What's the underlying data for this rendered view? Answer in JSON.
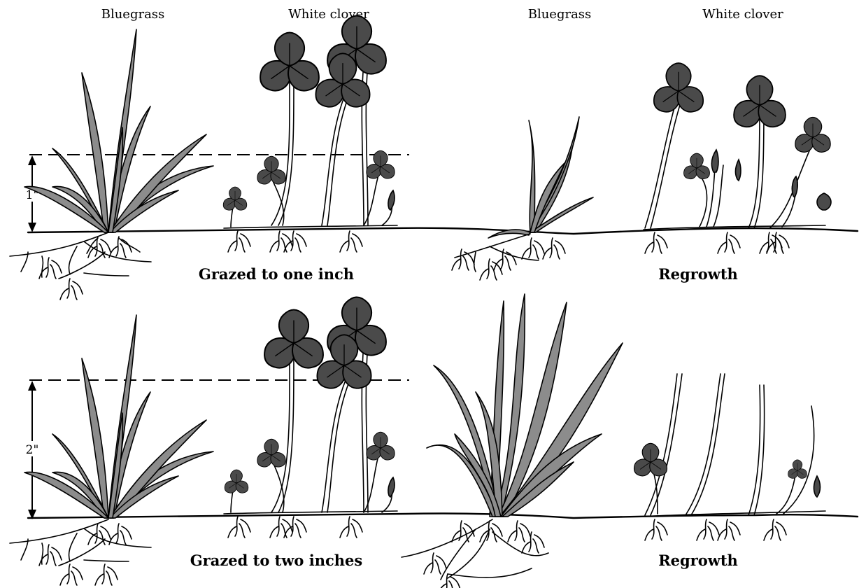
{
  "headers": {
    "left_grass": "Bluegrass",
    "left_clover": "White clover",
    "right_grass": "Bluegrass",
    "right_clover": "White clover"
  },
  "panels": {
    "top_left_caption": "Grazed to one inch",
    "top_right_caption": "Regrowth",
    "bottom_left_caption": "Grazed to two inches",
    "bottom_right_caption": "Regrowth"
  },
  "measurements": {
    "one_inch": "1\"",
    "two_inch": "2\""
  },
  "colors": {
    "grass_fill": "#8c8c8c",
    "clover_fill": "#4a4a4a",
    "outline": "#000000",
    "background": "#ffffff"
  }
}
